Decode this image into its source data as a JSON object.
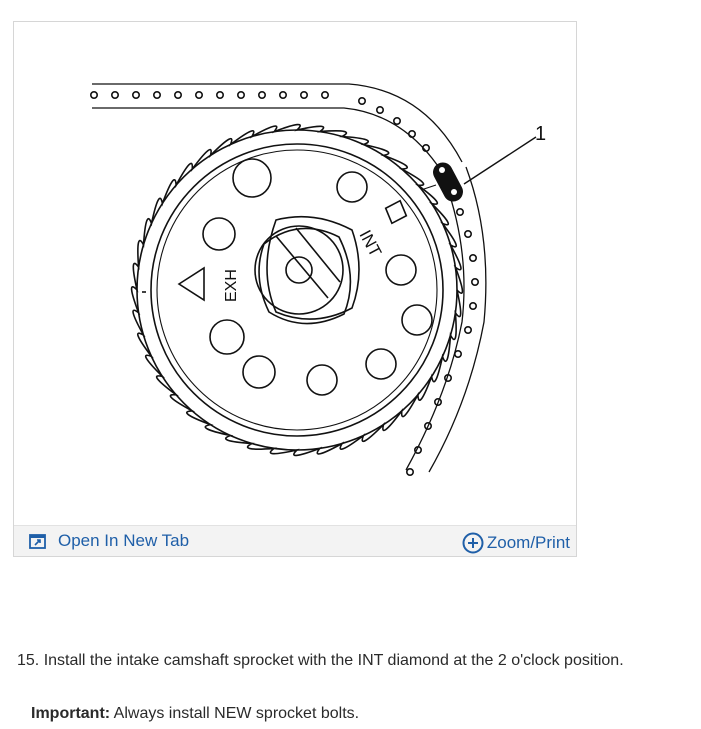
{
  "figure": {
    "callout_number": "1",
    "label_int": "INT",
    "label_exh": "EXH"
  },
  "toolbar": {
    "open_tab_label": "Open In New Tab",
    "zoom_label": "Zoom/Print",
    "link_color": "#1f5fa8"
  },
  "instructions": {
    "step_text": "15. Install the intake camshaft sprocket with the INT diamond at the 2 o'clock position.",
    "note_label": "Important:",
    "note_text": "Always install NEW sprocket bolts."
  }
}
